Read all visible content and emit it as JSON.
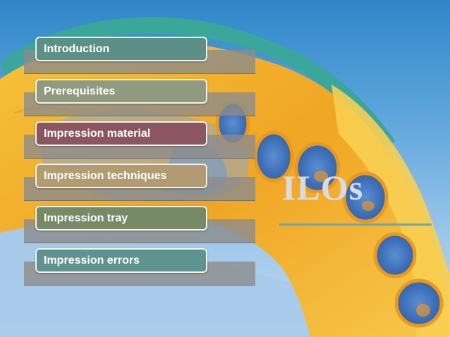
{
  "slide": {
    "title": "ILOs",
    "menu": [
      {
        "label": "Introduction",
        "color": "#5c8f86"
      },
      {
        "label": "Prerequisites",
        "color": "#8f9a7e"
      },
      {
        "label": "Impression material",
        "color": "#8b5660"
      },
      {
        "label": "Impression techniques",
        "color": "#b29b73"
      },
      {
        "label": "Impression tray",
        "color": "#768a68"
      },
      {
        "label": "Impression errors",
        "color": "#5f9390"
      }
    ]
  }
}
